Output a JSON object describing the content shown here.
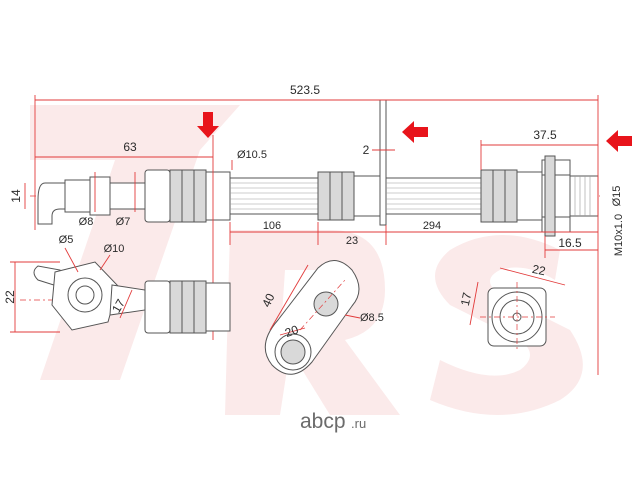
{
  "watermark": {
    "brand_letters": "7RS"
  },
  "logo": {
    "name": "abcp",
    "domain": ".ru"
  },
  "dimensions": {
    "overall_length": "523.5",
    "fitting_end_length": "37.5",
    "flange_length": "63",
    "banjo_hole": "Ø10.5",
    "hose_od_left": "14",
    "pipe_d1": "Ø8",
    "pipe_d2": "Ø7",
    "bracket_thickness": "2",
    "seg_1": "106",
    "seg_2": "23",
    "seg_3": "294",
    "nut_diameter": "Ø15",
    "thread_length": "16.5",
    "thread_spec": "M10x1.0",
    "elbow_d_small": "Ø5",
    "elbow_d_large": "Ø10",
    "elbow_width": "22",
    "elbow_hex": "17",
    "bracket_length": "40",
    "bracket_hole_small": "Ø8.5",
    "bracket_hole_large": "20",
    "nut_across_flats": "22",
    "nut_side": "17"
  }
}
